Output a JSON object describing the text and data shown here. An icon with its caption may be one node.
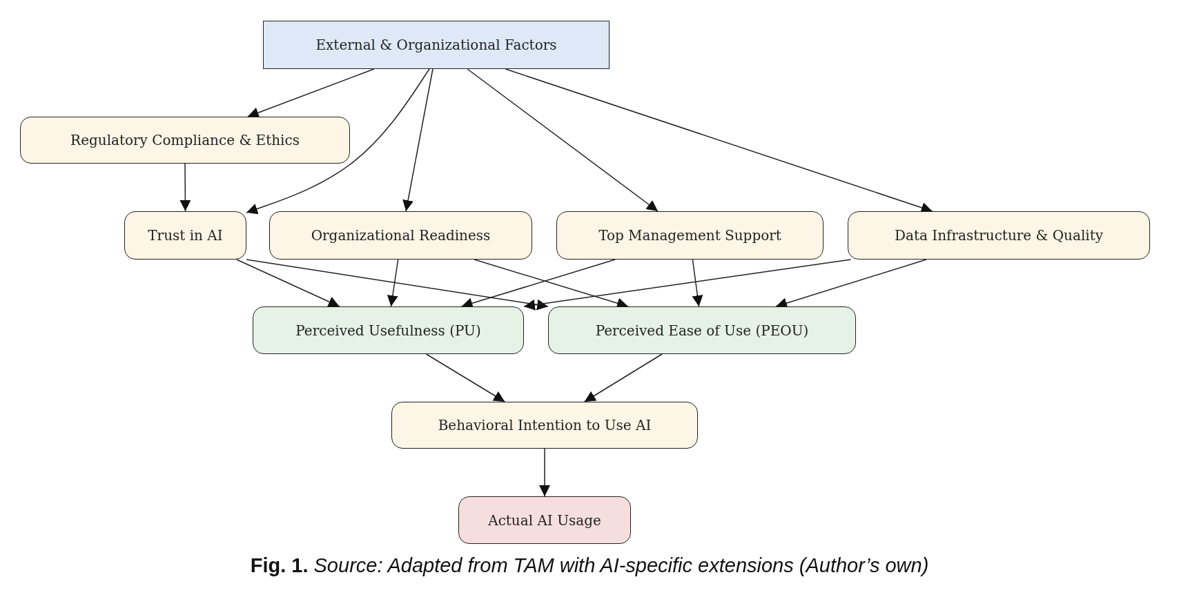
{
  "diagram": {
    "caption": "**Fig. 1.** *Source: Adapted from TAM with AI-specific extensions (Author’s own)*",
    "nodes": [
      {
        "text": [
          "External & Organizational Factors"
        ]
      },
      {
        "text": [
          "Regulatory Compliance & Ethics"
        ]
      },
      {
        "text": [
          "Trust in AI"
        ]
      },
      {
        "text": [
          "Organizational Readiness"
        ]
      },
      {
        "text": [
          "Top Management Support"
        ]
      },
      {
        "text": [
          "Data Infrastructure & Quality"
        ]
      },
      {
        "text": [
          "Perceived Usefulness (PU)"
        ]
      },
      {
        "text": [
          "Perceived Ease of Use (PEOU)"
        ]
      },
      {
        "text": [
          "Behavioral Intention to Use AI"
        ]
      },
      {
        "text": [
          "Actual AI Usage"
        ]
      }
    ],
    "edges": [
      {
        "from": 0,
        "to": 1,
        "arrow": "to"
      },
      {
        "from": 0,
        "to": 2,
        "arrow": "to"
      },
      {
        "from": 0,
        "to": 3,
        "arrow": "to"
      },
      {
        "from": 0,
        "to": 4,
        "arrow": "to"
      },
      {
        "from": 0,
        "to": 5,
        "arrow": "to"
      },
      {
        "from": 1,
        "to": 2,
        "arrow": "to"
      },
      {
        "from": 2,
        "to": 6,
        "arrow": "to"
      },
      {
        "from": 2,
        "to": 7,
        "arrow": "to"
      },
      {
        "from": 3,
        "to": 6,
        "arrow": "to"
      },
      {
        "from": 3,
        "to": 7,
        "arrow": "to"
      },
      {
        "from": 4,
        "to": 6,
        "arrow": "to"
      },
      {
        "from": 4,
        "to": 7,
        "arrow": "to"
      },
      {
        "from": 5,
        "to": 6,
        "arrow": "to"
      },
      {
        "from": 5,
        "to": 7,
        "arrow": "to"
      },
      {
        "from": 6,
        "to": 8,
        "arrow": "to"
      },
      {
        "from": 7,
        "to": 8,
        "arrow": "to"
      },
      {
        "from": 8,
        "to": 9,
        "arrow": "to"
      }
    ]
  }
}
